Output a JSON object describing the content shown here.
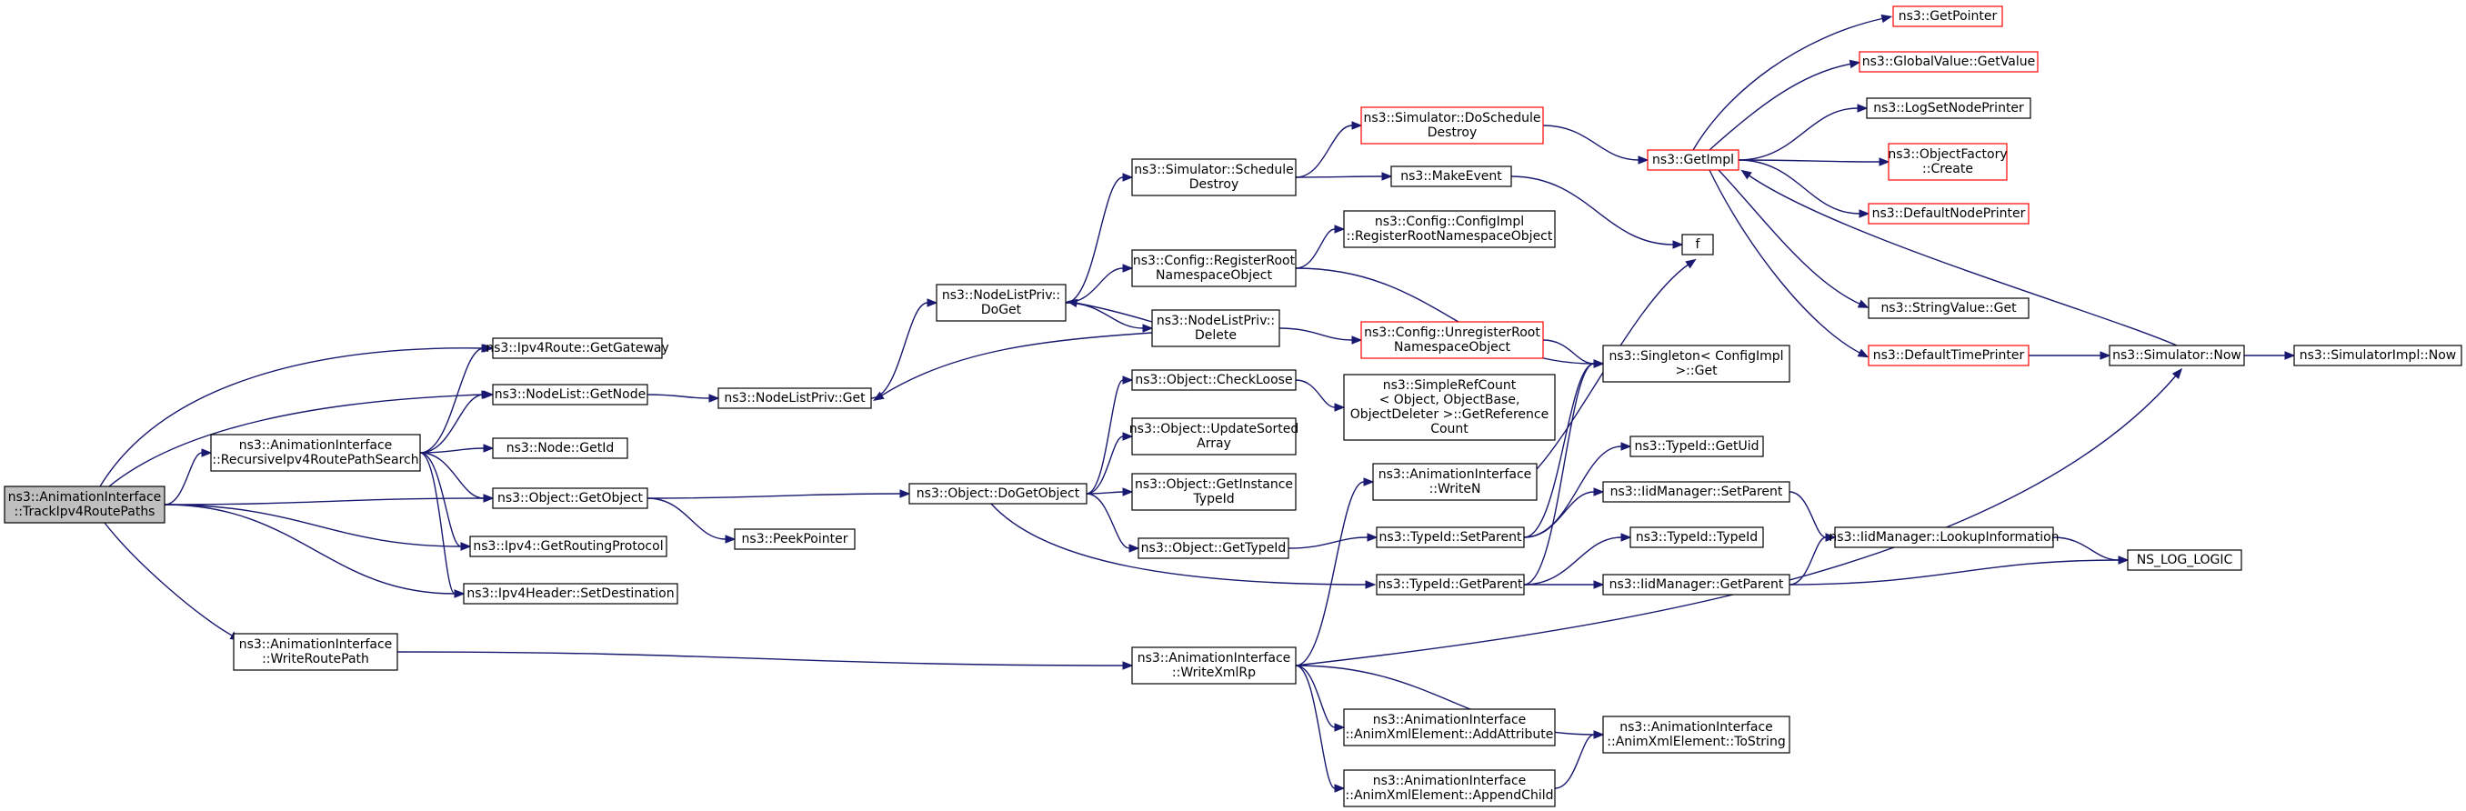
{
  "colors": {
    "edge": "#191970",
    "border_default": "#000000",
    "border_truncated": "#ff0000",
    "root_fill": "#bfbfbf",
    "node_fill": "#ffffff"
  },
  "nodes": [
    {
      "id": "trackipv4",
      "lines": [
        "ns3::AnimationInterface",
        "::TrackIpv4RoutePaths"
      ],
      "style": "root"
    },
    {
      "id": "getgateway",
      "lines": [
        "ns3::Ipv4Route::GetGateway"
      ],
      "style": "default"
    },
    {
      "id": "getnode",
      "lines": [
        "ns3::NodeList::GetNode"
      ],
      "style": "default"
    },
    {
      "id": "recursive",
      "lines": [
        "ns3::AnimationInterface",
        "::RecursiveIpv4RoutePathSearch"
      ],
      "style": "default"
    },
    {
      "id": "nodegetid",
      "lines": [
        "ns3::Node::GetId"
      ],
      "style": "default"
    },
    {
      "id": "getobject",
      "lines": [
        "ns3::Object::GetObject"
      ],
      "style": "default"
    },
    {
      "id": "getrouting",
      "lines": [
        "ns3::Ipv4::GetRoutingProtocol"
      ],
      "style": "default"
    },
    {
      "id": "setdest",
      "lines": [
        "ns3::Ipv4Header::SetDestination"
      ],
      "style": "default"
    },
    {
      "id": "writeroutepath",
      "lines": [
        "ns3::AnimationInterface",
        "::WriteRoutePath"
      ],
      "style": "default"
    },
    {
      "id": "nlpget",
      "lines": [
        "ns3::NodeListPriv::Get"
      ],
      "style": "default"
    },
    {
      "id": "peekpointer",
      "lines": [
        "ns3::PeekPointer"
      ],
      "style": "default"
    },
    {
      "id": "nlpdoget",
      "lines": [
        "ns3::NodeListPriv::",
        "DoGet"
      ],
      "style": "default"
    },
    {
      "id": "dogetobject",
      "lines": [
        "ns3::Object::DoGetObject"
      ],
      "style": "default"
    },
    {
      "id": "simsched",
      "lines": [
        "ns3::Simulator::Schedule",
        "Destroy"
      ],
      "style": "default"
    },
    {
      "id": "cfgregroot",
      "lines": [
        "ns3::Config::RegisterRoot",
        "NamespaceObject"
      ],
      "style": "default"
    },
    {
      "id": "nlpdelete",
      "lines": [
        "ns3::NodeListPriv::",
        "Delete"
      ],
      "style": "default"
    },
    {
      "id": "checkloose",
      "lines": [
        "ns3::Object::CheckLoose"
      ],
      "style": "default"
    },
    {
      "id": "updatesorted",
      "lines": [
        "ns3::Object::UpdateSorted",
        "Array"
      ],
      "style": "default"
    },
    {
      "id": "getinstance",
      "lines": [
        "ns3::Object::GetInstance",
        "TypeId"
      ],
      "style": "default"
    },
    {
      "id": "objgettypeid",
      "lines": [
        "ns3::Object::GetTypeId"
      ],
      "style": "default"
    },
    {
      "id": "writexmlrp",
      "lines": [
        "ns3::AnimationInterface",
        "::WriteXmlRp"
      ],
      "style": "default"
    },
    {
      "id": "simdosched",
      "lines": [
        "ns3::Simulator::DoSchedule",
        "Destroy"
      ],
      "style": "truncated"
    },
    {
      "id": "makeevent",
      "lines": [
        "ns3::MakeEvent"
      ],
      "style": "default"
    },
    {
      "id": "cfgimplreg",
      "lines": [
        "ns3::Config::ConfigImpl",
        "::RegisterRootNamespaceObject"
      ],
      "style": "default"
    },
    {
      "id": "cfgunreg",
      "lines": [
        "ns3::Config::UnregisterRoot",
        "NamespaceObject"
      ],
      "style": "truncated"
    },
    {
      "id": "simplerefcount",
      "lines": [
        "ns3::SimpleRefCount",
        "< Object, ObjectBase,",
        " ObjectDeleter >::GetReference",
        "Count"
      ],
      "style": "default"
    },
    {
      "id": "writen",
      "lines": [
        "ns3::AnimationInterface",
        "::WriteN"
      ],
      "style": "default"
    },
    {
      "id": "typeidsetparent",
      "lines": [
        "ns3::TypeId::SetParent"
      ],
      "style": "default"
    },
    {
      "id": "typeidgetparent",
      "lines": [
        "ns3::TypeId::GetParent"
      ],
      "style": "default"
    },
    {
      "id": "addattr",
      "lines": [
        "ns3::AnimationInterface",
        "::AnimXmlElement::AddAttribute"
      ],
      "style": "default"
    },
    {
      "id": "appendchild",
      "lines": [
        "ns3::AnimationInterface",
        "::AnimXmlElement::AppendChild"
      ],
      "style": "default"
    },
    {
      "id": "f",
      "lines": [
        "f"
      ],
      "style": "default"
    },
    {
      "id": "singleton",
      "lines": [
        "ns3::Singleton< ConfigImpl",
        " >::Get"
      ],
      "style": "default"
    },
    {
      "id": "typeidgetuid",
      "lines": [
        "ns3::TypeId::GetUid"
      ],
      "style": "default"
    },
    {
      "id": "iidsetparent",
      "lines": [
        "ns3::IidManager::SetParent"
      ],
      "style": "default"
    },
    {
      "id": "typeidtypeid",
      "lines": [
        "ns3::TypeId::TypeId"
      ],
      "style": "default"
    },
    {
      "id": "iidgetparent",
      "lines": [
        "ns3::IidManager::GetParent"
      ],
      "style": "default"
    },
    {
      "id": "tostring",
      "lines": [
        "ns3::AnimationInterface",
        "::AnimXmlElement::ToString"
      ],
      "style": "default"
    },
    {
      "id": "getimpl",
      "lines": [
        "ns3::GetImpl"
      ],
      "style": "truncated"
    },
    {
      "id": "iidlookup",
      "lines": [
        "ns3::IidManager::LookupInformation"
      ],
      "style": "default"
    },
    {
      "id": "nslog",
      "lines": [
        "NS_LOG_LOGIC"
      ],
      "style": "default"
    },
    {
      "id": "getpointer",
      "lines": [
        "ns3::GetPointer"
      ],
      "style": "truncated"
    },
    {
      "id": "globalvalue",
      "lines": [
        "ns3::GlobalValue::GetValue"
      ],
      "style": "truncated"
    },
    {
      "id": "lognodeprinter",
      "lines": [
        "ns3::LogSetNodePrinter"
      ],
      "style": "default"
    },
    {
      "id": "objfactory",
      "lines": [
        "ns3::ObjectFactory",
        "::Create"
      ],
      "style": "truncated"
    },
    {
      "id": "defnodeprinter",
      "lines": [
        "ns3::DefaultNodePrinter"
      ],
      "style": "truncated"
    },
    {
      "id": "stringvalue",
      "lines": [
        "ns3::StringValue::Get"
      ],
      "style": "default"
    },
    {
      "id": "deftimeprinter",
      "lines": [
        "ns3::DefaultTimePrinter"
      ],
      "style": "truncated"
    },
    {
      "id": "simnow",
      "lines": [
        "ns3::Simulator::Now"
      ],
      "style": "default"
    },
    {
      "id": "simimplnow",
      "lines": [
        "ns3::SimulatorImpl::Now"
      ],
      "style": "default"
    }
  ],
  "edges": [
    {
      "from": "trackipv4",
      "to": "getgateway"
    },
    {
      "from": "trackipv4",
      "to": "getnode"
    },
    {
      "from": "trackipv4",
      "to": "recursive"
    },
    {
      "from": "trackipv4",
      "to": "getobject"
    },
    {
      "from": "trackipv4",
      "to": "getrouting"
    },
    {
      "from": "trackipv4",
      "to": "setdest"
    },
    {
      "from": "trackipv4",
      "to": "writeroutepath"
    },
    {
      "from": "recursive",
      "to": "getgateway"
    },
    {
      "from": "recursive",
      "to": "getnode"
    },
    {
      "from": "recursive",
      "to": "nodegetid"
    },
    {
      "from": "recursive",
      "to": "getobject"
    },
    {
      "from": "recursive",
      "to": "getrouting"
    },
    {
      "from": "recursive",
      "to": "setdest"
    },
    {
      "from": "getnode",
      "to": "nlpget"
    },
    {
      "from": "getobject",
      "to": "peekpointer"
    },
    {
      "from": "getobject",
      "to": "dogetobject"
    },
    {
      "from": "writeroutepath",
      "to": "writexmlrp"
    },
    {
      "from": "nlpget",
      "to": "nlpdoget"
    },
    {
      "from": "nlpdoget",
      "to": "simsched"
    },
    {
      "from": "nlpdoget",
      "to": "cfgregroot"
    },
    {
      "from": "nlpdoget",
      "to": "nlpdelete"
    },
    {
      "from": "nlpdelete",
      "to": "nlpdoget"
    },
    {
      "from": "nlpdelete",
      "to": "nlpget"
    },
    {
      "from": "nlpdelete",
      "to": "cfgunreg"
    },
    {
      "from": "dogetobject",
      "to": "checkloose"
    },
    {
      "from": "dogetobject",
      "to": "updatesorted"
    },
    {
      "from": "dogetobject",
      "to": "getinstance"
    },
    {
      "from": "dogetobject",
      "to": "objgettypeid"
    },
    {
      "from": "dogetobject",
      "to": "typeidgetparent"
    },
    {
      "from": "simsched",
      "to": "simdosched"
    },
    {
      "from": "simsched",
      "to": "makeevent"
    },
    {
      "from": "cfgregroot",
      "to": "cfgimplreg"
    },
    {
      "from": "cfgregroot",
      "to": "singleton"
    },
    {
      "from": "checkloose",
      "to": "simplerefcount"
    },
    {
      "from": "objgettypeid",
      "to": "typeidsetparent"
    },
    {
      "from": "writexmlrp",
      "to": "writen"
    },
    {
      "from": "writexmlrp",
      "to": "addattr"
    },
    {
      "from": "writexmlrp",
      "to": "appendchild"
    },
    {
      "from": "writexmlrp",
      "to": "tostring"
    },
    {
      "from": "writexmlrp",
      "to": "simnow"
    },
    {
      "from": "simdosched",
      "to": "getimpl"
    },
    {
      "from": "makeevent",
      "to": "f"
    },
    {
      "from": "cfgunreg",
      "to": "singleton"
    },
    {
      "from": "writen",
      "to": "f"
    },
    {
      "from": "typeidsetparent",
      "to": "singleton"
    },
    {
      "from": "typeidsetparent",
      "to": "typeidgetuid"
    },
    {
      "from": "typeidsetparent",
      "to": "iidsetparent"
    },
    {
      "from": "typeidgetparent",
      "to": "singleton"
    },
    {
      "from": "typeidgetparent",
      "to": "typeidtypeid"
    },
    {
      "from": "typeidgetparent",
      "to": "iidgetparent"
    },
    {
      "from": "appendchild",
      "to": "tostring"
    },
    {
      "from": "iidsetparent",
      "to": "iidlookup"
    },
    {
      "from": "iidgetparent",
      "to": "iidlookup"
    },
    {
      "from": "iidgetparent",
      "to": "nslog"
    },
    {
      "from": "iidlookup",
      "to": "nslog"
    },
    {
      "from": "getimpl",
      "to": "getpointer"
    },
    {
      "from": "getimpl",
      "to": "globalvalue"
    },
    {
      "from": "getimpl",
      "to": "lognodeprinter"
    },
    {
      "from": "getimpl",
      "to": "objfactory"
    },
    {
      "from": "getimpl",
      "to": "defnodeprinter"
    },
    {
      "from": "getimpl",
      "to": "stringvalue"
    },
    {
      "from": "getimpl",
      "to": "deftimeprinter"
    },
    {
      "from": "deftimeprinter",
      "to": "simnow"
    },
    {
      "from": "simnow",
      "to": "getimpl"
    },
    {
      "from": "simnow",
      "to": "simimplnow"
    }
  ]
}
